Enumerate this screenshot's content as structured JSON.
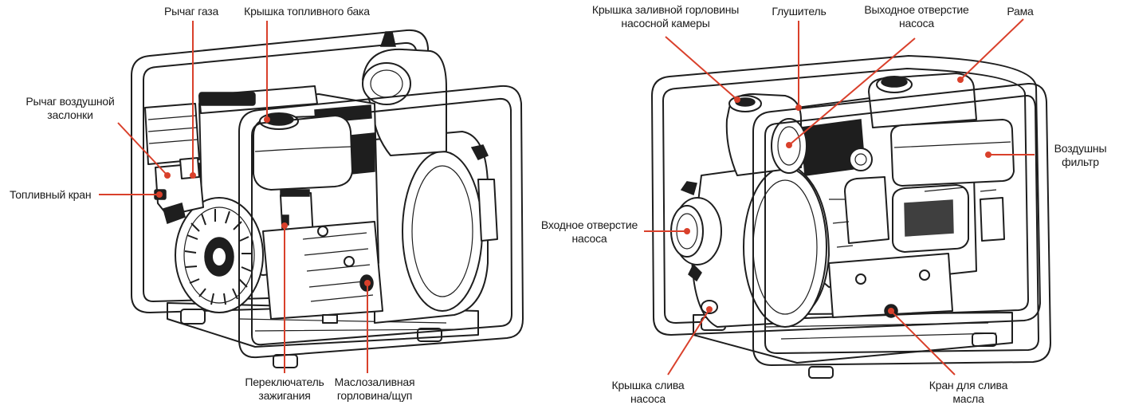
{
  "accent_color": "#d9402b",
  "left_view": {
    "labels": {
      "throttle_lever": "Рычаг газа",
      "fuel_tank_cap": "Крышка топливного бака",
      "choke_lever_l1": "Рычаг воздушной",
      "choke_lever_l2": "заслонки",
      "fuel_valve": "Топливный кран",
      "ignition_switch_l1": "Переключатель",
      "ignition_switch_l2": "зажигания",
      "oil_filler_l1": "Маслозаливная",
      "oil_filler_l2": "горловина/щуп"
    }
  },
  "right_view": {
    "labels": {
      "priming_cap_l1": "Крышка заливной горловины",
      "priming_cap_l2": "насосной камеры",
      "muffler": "Глушитель",
      "pump_outlet_l1": "Выходное отверстие",
      "pump_outlet_l2": "насоса",
      "frame": "Рама",
      "air_filter_l1": "Воздушны",
      "air_filter_l2": "фильтр",
      "pump_inlet_l1": "Входное отверстие",
      "pump_inlet_l2": "насоса",
      "pump_drain_cap_l1": "Крышка слива",
      "pump_drain_cap_l2": "насоса",
      "oil_drain_valve_l1": "Кран для слива",
      "oil_drain_valve_l2": "масла"
    }
  }
}
